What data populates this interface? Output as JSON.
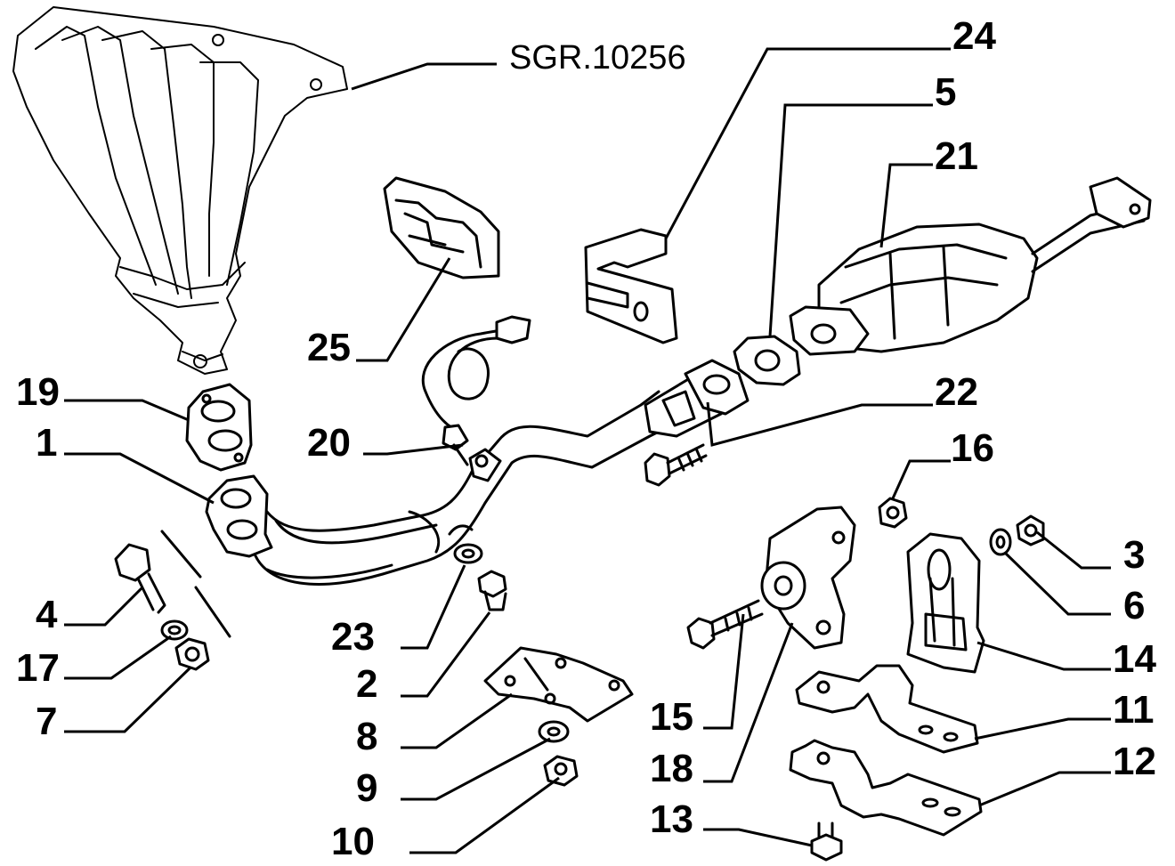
{
  "reference": "SGR.10256",
  "callouts": [
    {
      "id": "c24",
      "label": "24"
    },
    {
      "id": "c5",
      "label": "5"
    },
    {
      "id": "c21",
      "label": "21"
    },
    {
      "id": "c25",
      "label": "25"
    },
    {
      "id": "c19",
      "label": "19"
    },
    {
      "id": "c20",
      "label": "20"
    },
    {
      "id": "c22",
      "label": "22"
    },
    {
      "id": "c1",
      "label": "1"
    },
    {
      "id": "c16",
      "label": "16"
    },
    {
      "id": "c3",
      "label": "3"
    },
    {
      "id": "c6",
      "label": "6"
    },
    {
      "id": "c4",
      "label": "4"
    },
    {
      "id": "c23",
      "label": "23"
    },
    {
      "id": "c14",
      "label": "14"
    },
    {
      "id": "c17",
      "label": "17"
    },
    {
      "id": "c2",
      "label": "2"
    },
    {
      "id": "c15",
      "label": "15"
    },
    {
      "id": "c11",
      "label": "11"
    },
    {
      "id": "c7",
      "label": "7"
    },
    {
      "id": "c8",
      "label": "8"
    },
    {
      "id": "c18",
      "label": "18"
    },
    {
      "id": "c12",
      "label": "12"
    },
    {
      "id": "c9",
      "label": "9"
    },
    {
      "id": "c13",
      "label": "13"
    },
    {
      "id": "c10",
      "label": "10"
    }
  ]
}
